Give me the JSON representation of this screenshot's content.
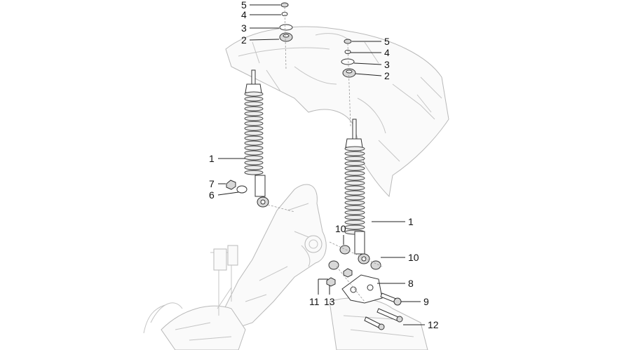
{
  "diagram": {
    "callouts": [
      {
        "id": "c5a",
        "text": "5"
      },
      {
        "id": "c4a",
        "text": "4"
      },
      {
        "id": "c3a",
        "text": "3"
      },
      {
        "id": "c2a",
        "text": "2"
      },
      {
        "id": "c5b",
        "text": "5"
      },
      {
        "id": "c4b",
        "text": "4"
      },
      {
        "id": "c3b",
        "text": "3"
      },
      {
        "id": "c2b",
        "text": "2"
      },
      {
        "id": "c1a",
        "text": "1"
      },
      {
        "id": "c7",
        "text": "7"
      },
      {
        "id": "c6",
        "text": "6"
      },
      {
        "id": "c1b",
        "text": "1"
      },
      {
        "id": "c10a",
        "text": "10"
      },
      {
        "id": "c10b",
        "text": "10"
      },
      {
        "id": "c8",
        "text": "8"
      },
      {
        "id": "c11",
        "text": "11"
      },
      {
        "id": "c13",
        "text": "13"
      },
      {
        "id": "c9",
        "text": "9"
      },
      {
        "id": "c12",
        "text": "12"
      }
    ]
  }
}
